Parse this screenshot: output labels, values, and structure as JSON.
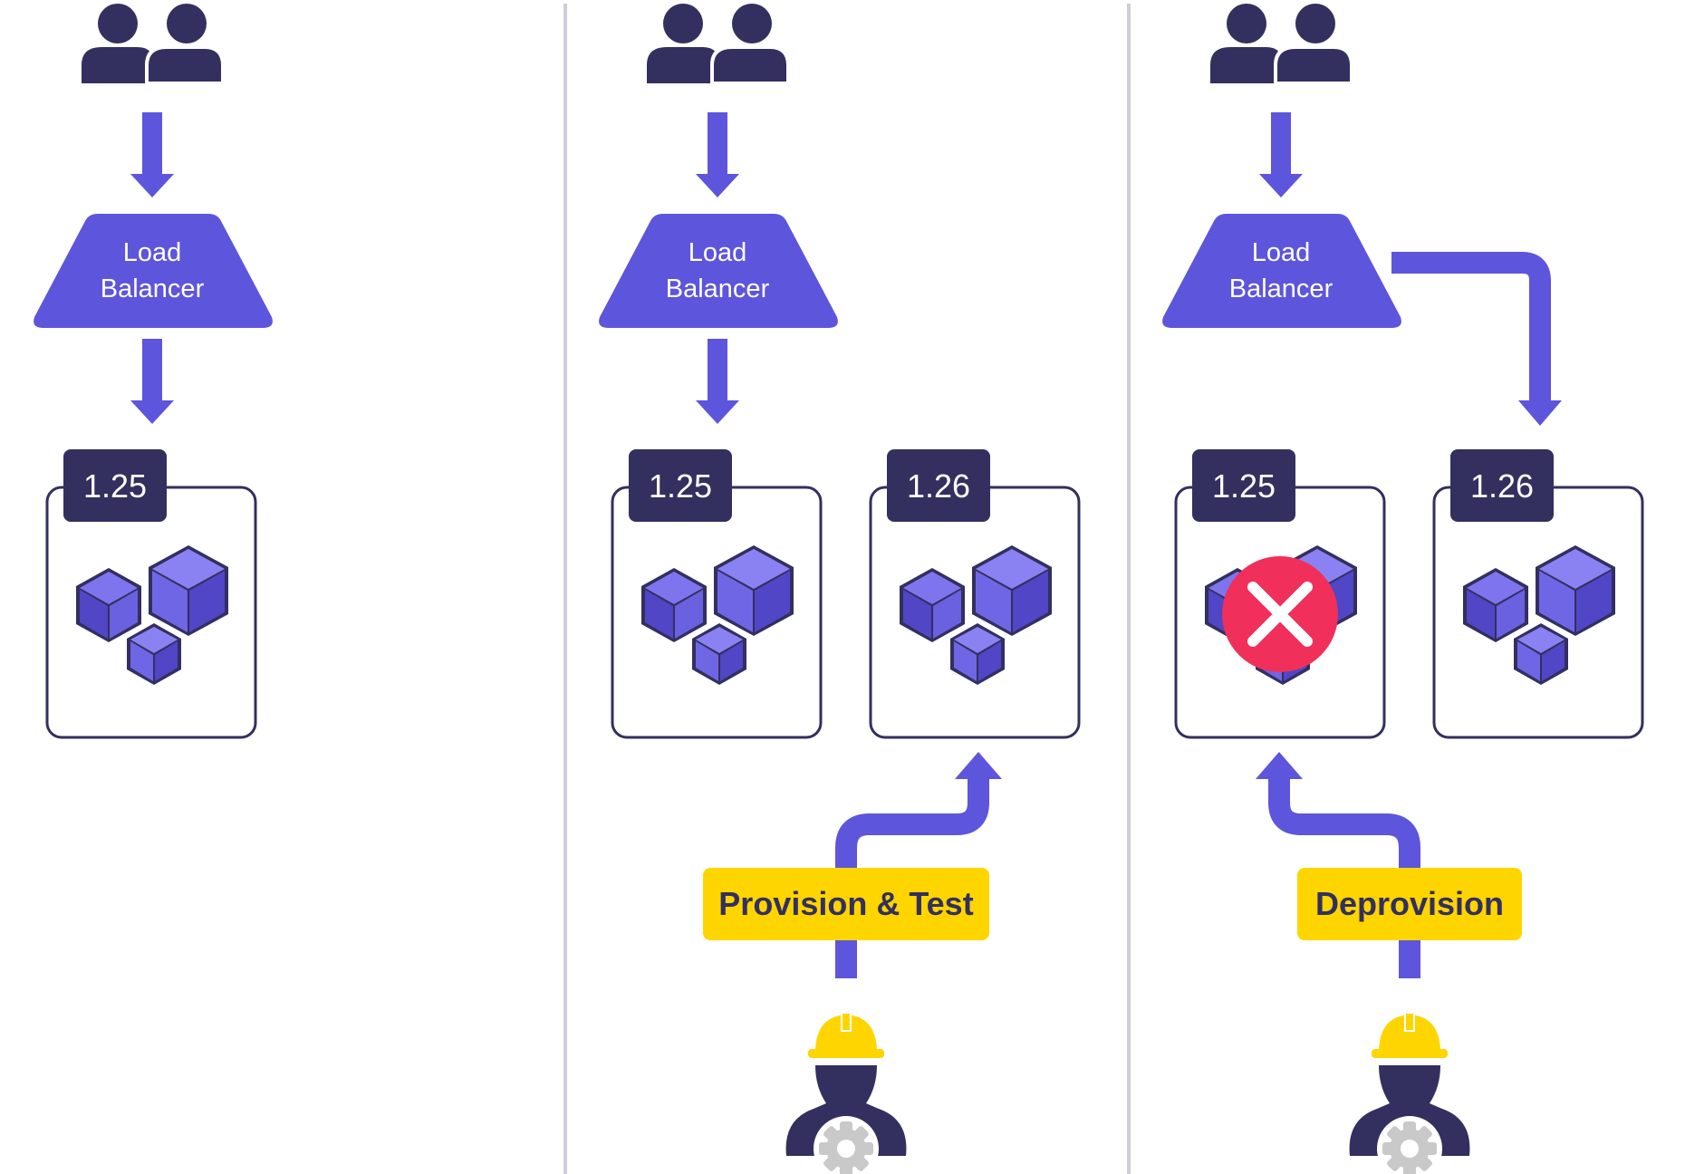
{
  "colors": {
    "accent": "#5D55DB",
    "dark": "#332F5F",
    "cube_front": "#6F66E6",
    "cube_top": "#8A82F2",
    "cube_side": "#4A42B8",
    "badge_yellow": "#FFD500",
    "error_red": "#F0305A",
    "divider": "#CFCDD9",
    "gear": "#C9C9C9"
  },
  "panels": [
    {
      "load_balancer": {
        "line1": "Load",
        "line2": "Balancer"
      },
      "clusters": [
        {
          "version": "1.25",
          "status": "active"
        }
      ]
    },
    {
      "load_balancer": {
        "line1": "Load",
        "line2": "Balancer"
      },
      "clusters": [
        {
          "version": "1.25",
          "status": "active"
        },
        {
          "version": "1.26",
          "status": "new"
        }
      ],
      "action": {
        "label": "Provision & Test"
      }
    },
    {
      "load_balancer": {
        "line1": "Load",
        "line2": "Balancer"
      },
      "clusters": [
        {
          "version": "1.25",
          "status": "removed"
        },
        {
          "version": "1.26",
          "status": "active"
        }
      ],
      "action": {
        "label": "Deprovision"
      }
    }
  ],
  "icons": {
    "users": "users-icon",
    "engineer": "engineer-icon",
    "gear": "gear-icon",
    "cubes": "cubes-icon",
    "error": "error-x-icon"
  }
}
